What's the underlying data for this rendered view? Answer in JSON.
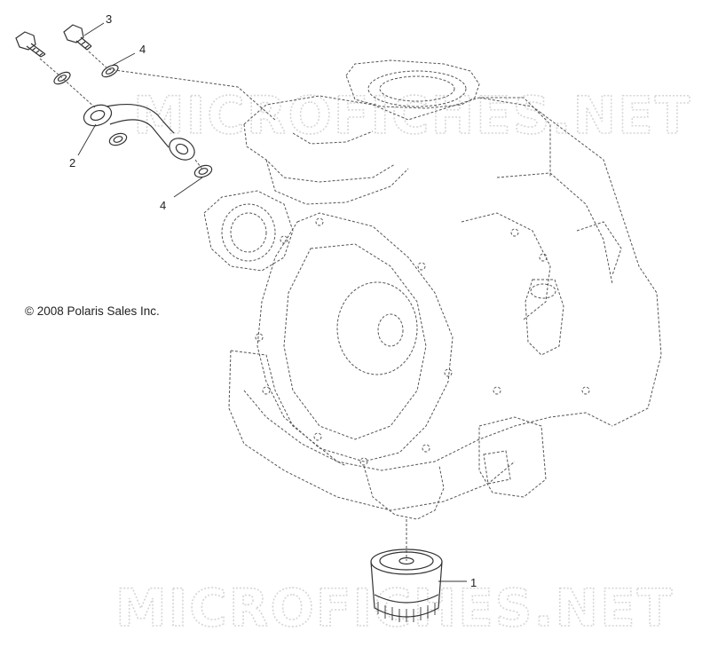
{
  "watermark": {
    "text": "MICROFICHES.NET"
  },
  "copyright": {
    "text": "© 2008 Polaris Sales Inc."
  },
  "callouts": {
    "c1": "1",
    "c2": "2",
    "c3": "3",
    "c4a": "4",
    "c4b": "4"
  },
  "parts": {
    "oil_filter": "oil-filter",
    "oil_line": "oil-line-fitting",
    "bolts": "banjo-bolts",
    "washers": "sealing-washers"
  }
}
